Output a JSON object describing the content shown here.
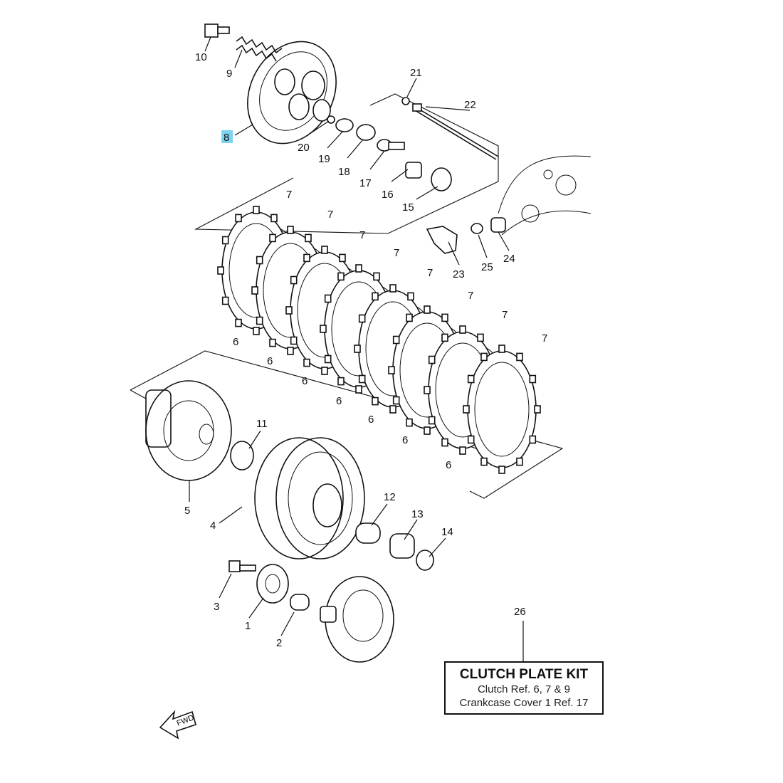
{
  "highlight_color": "#7ed3ee",
  "highlighted_ref": "8",
  "callouts": {
    "r1": "1",
    "r2": "2",
    "r3": "3",
    "r4": "4",
    "r5": "5",
    "r6a": "6",
    "r6b": "6",
    "r6c": "6",
    "r6d": "6",
    "r6e": "6",
    "r6f": "6",
    "r6g": "6",
    "r7a": "7",
    "r7b": "7",
    "r7c": "7",
    "r7d": "7",
    "r7e": "7",
    "r7f": "7",
    "r7g": "7",
    "r7h": "7",
    "r8": "8",
    "r9": "9",
    "r10": "10",
    "r11": "11",
    "r12": "12",
    "r13": "13",
    "r14": "14",
    "r15": "15",
    "r16": "16",
    "r17": "17",
    "r18": "18",
    "r19": "19",
    "r20": "20",
    "r21": "21",
    "r22": "22",
    "r23": "23",
    "r24": "24",
    "r25": "25",
    "r26": "26"
  },
  "kit": {
    "title": "CLUTCH PLATE KIT",
    "line1": "Clutch Ref. 6, 7 & 9",
    "line2": "Crankcase Cover 1 Ref. 17"
  },
  "fwd_label": "FWD"
}
